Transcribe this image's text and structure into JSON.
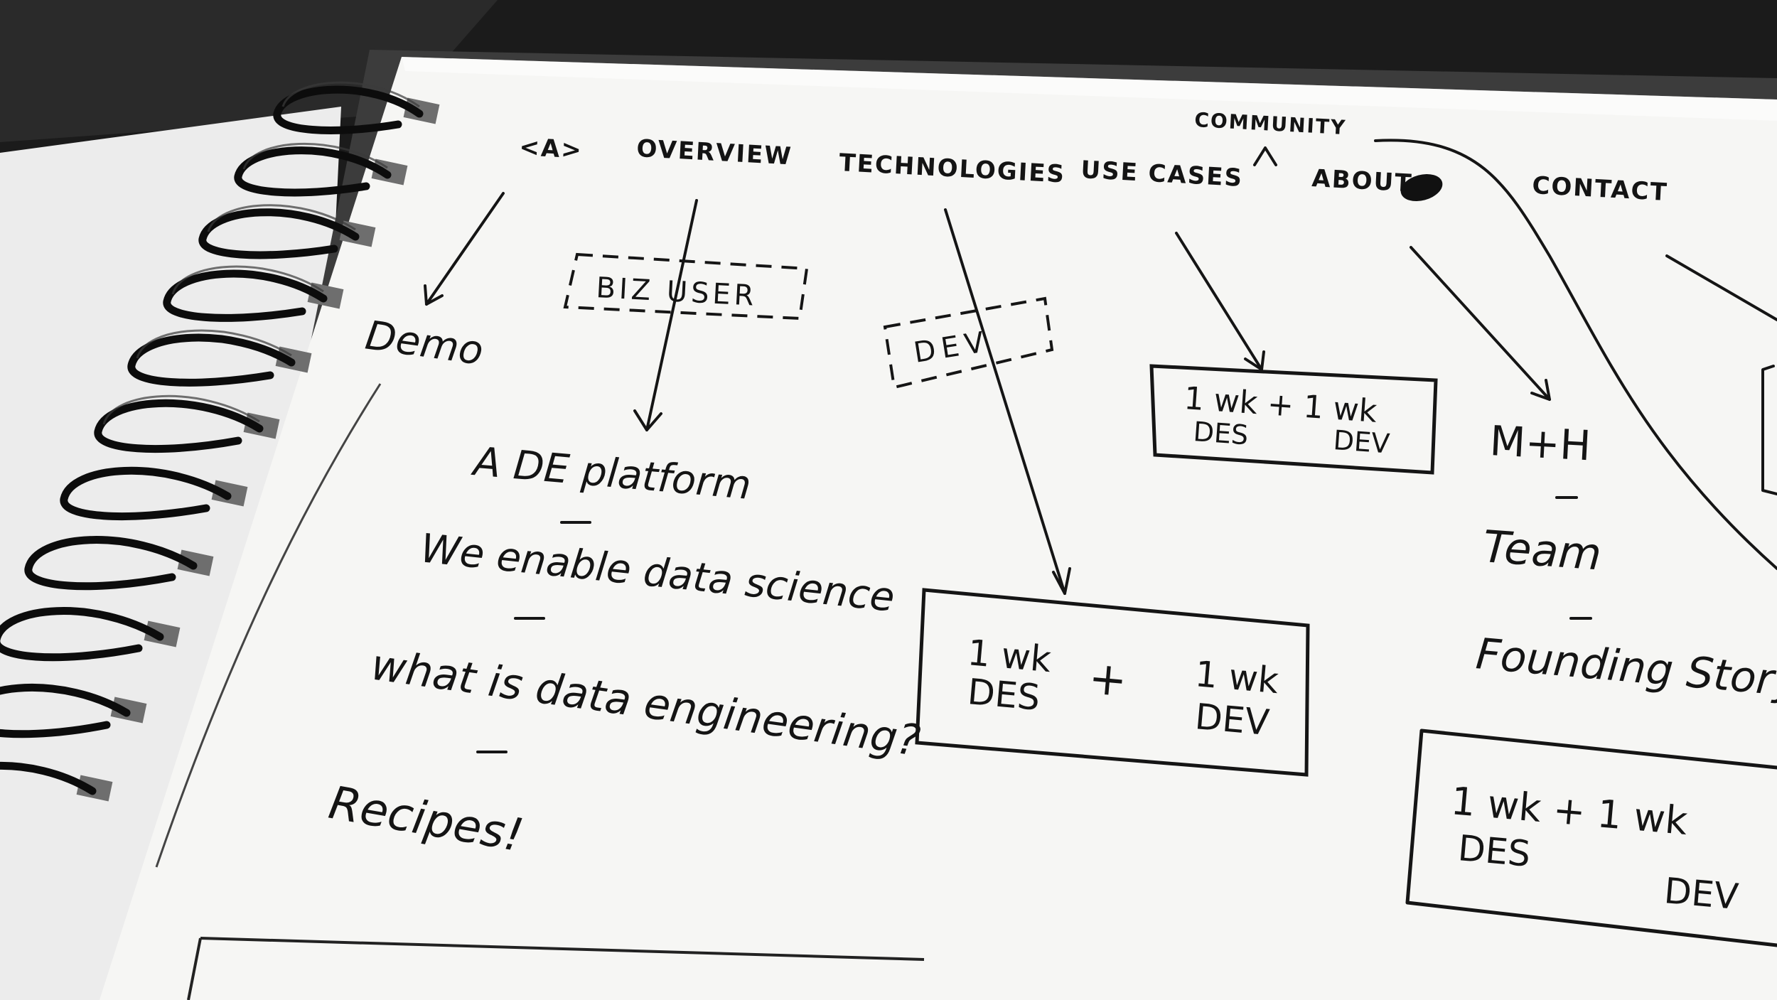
{
  "sketch": {
    "logo": "<A>",
    "nav": {
      "overview": "OVERVIEW",
      "technologies": "TECHNOLOGIES",
      "use_cases": "USE CASES",
      "community": "COMMUNITY",
      "about": "ABOUT",
      "contact": "CONTACT"
    },
    "tags": {
      "biz_user": "BIZ USER",
      "dev": "DEV"
    },
    "home": {
      "demo": "Demo"
    },
    "overview_notes": {
      "line1": "A DE platform",
      "line2": "We enable data science",
      "line3": "what is data engineering?",
      "line4": "Recipes!"
    },
    "estimate_box": {
      "line1": "1 wk + 1 wk",
      "des": "DES",
      "dev": "DEV",
      "des_wk": "1 wk",
      "plus": "+",
      "dev_wk": "1 wk"
    },
    "about_notes": {
      "line1": "M+H",
      "line2": "Team",
      "line3": "Founding Story"
    }
  }
}
